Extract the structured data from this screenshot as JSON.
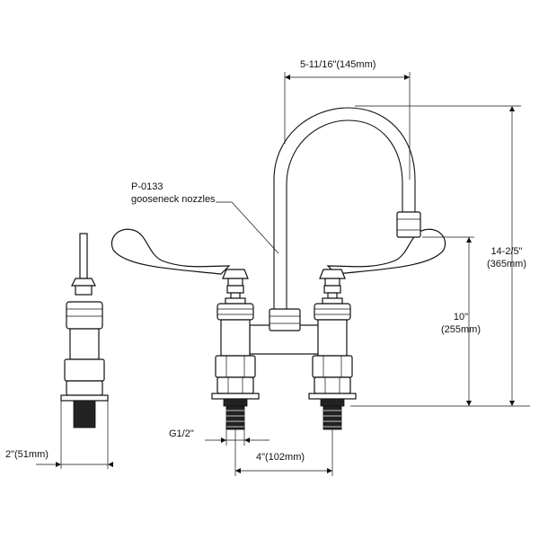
{
  "diagram": {
    "part_label_line1": "P-0133",
    "part_label_line2": "gooseneck nozzles",
    "dim_spout_reach": "5-11/16\"(145mm)",
    "dim_total_height_in": "14-2/5\"",
    "dim_total_height_mm": "(365mm)",
    "dim_spout_height_in": "10\"",
    "dim_spout_height_mm": "(255mm)",
    "dim_thread": "G1/2\"",
    "dim_center_spacing": "4\"(102mm)",
    "dim_side_width": "2\"(51mm)"
  },
  "colors": {
    "line": "#111111",
    "background": "#ffffff"
  }
}
